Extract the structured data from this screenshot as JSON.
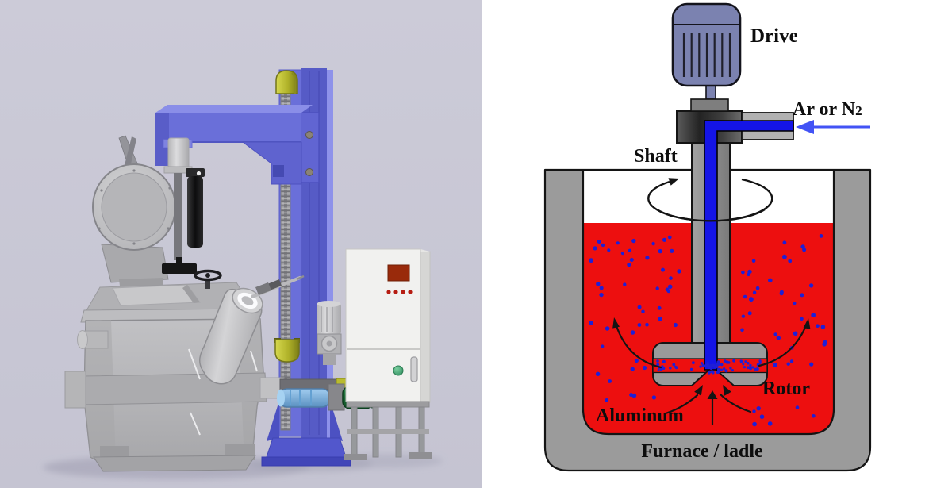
{
  "left_panel": {
    "type": "3d-cad-render",
    "description": "3D CAD render of a rotary degassing machine: purple lifting column with drive, gray ladle with tilted lid and pouring cone, tilt drive and control cabinet on a stand",
    "background_color": "#c9c8d5"
  },
  "right_panel": {
    "type": "schematic",
    "labels": {
      "drive": "Drive",
      "gas_main": "Ar or N",
      "gas_sub": "2",
      "shaft": "Shaft",
      "rotor": "Rotor",
      "aluminum": "Aluminum",
      "furnace_ladle": "Furnace / ladle"
    }
  },
  "colors": {
    "melt-red": "#ed0f0f",
    "bubble-blue": "#1f1fd6",
    "gas-blue": "#1414e6",
    "arrow-blue": "#4253f5",
    "furnace-gray": "#9b9b9b",
    "shaft-gray": "#8e8e8e",
    "motor-blue": "#7b82b0",
    "machine-purple": "#6a6fd9",
    "render-bg": "#c9c8d5",
    "cabinet-white": "#f1f1ef",
    "accent-yellow": "#b9bb2e",
    "motor-green": "#1d6b35",
    "label-ink": "#0d0d0d"
  }
}
